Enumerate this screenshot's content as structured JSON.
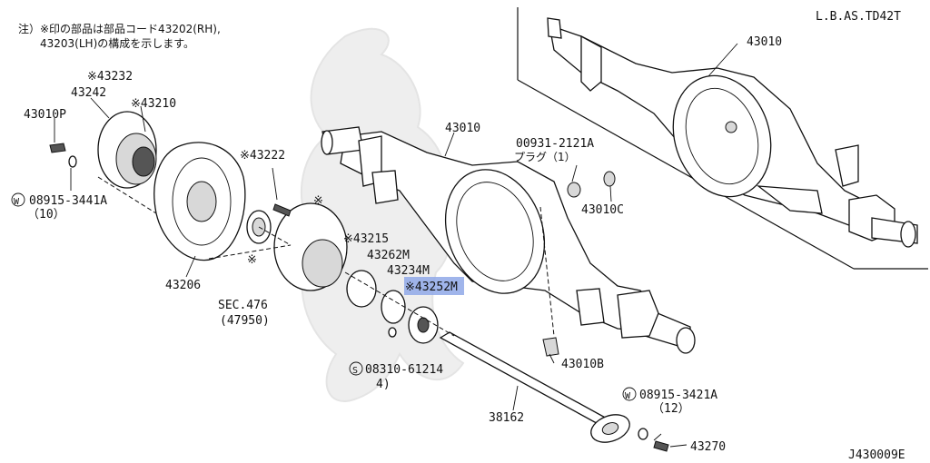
{
  "header": {
    "note_line1": "注）※印の部品は部品コード43202(RH),",
    "note_line2": "43203(LH)の構成を示します。",
    "model_code": "L.B.AS.TD42T"
  },
  "footer": {
    "diagram_id": "J430009E"
  },
  "callouts": {
    "p43010_upper": "43010",
    "p43010_main": "43010",
    "p43232": "※43232",
    "p43242": "43242",
    "p43210": "※43210",
    "p43010P": "43010P",
    "p08915_3441A": "08915-3441A",
    "p08915_3441A_qty": "（10）",
    "p43222": "※43222",
    "p43206": "43206",
    "star_hub": "※",
    "star_seal": "※",
    "p43215": "※43215",
    "p43262M": "43262M",
    "p43234M": "43234M",
    "p43252M": "※43252M",
    "sec476": "SEC.476",
    "sec476_ref": "(47950)",
    "p08310_61214": "08310-61214",
    "p08310_61214_qty": "4)",
    "p00931_2121A": "00931-2121A",
    "plug_label": "プラグ（1）",
    "p43010C": "43010C",
    "p43010B": "43010B",
    "p38162": "38162",
    "p08915_3421A": "08915-3421A",
    "p08915_3421A_qty": "（12）",
    "p43270": "43270",
    "w_symbol": "W",
    "s_symbol": "S"
  },
  "highlight": {
    "part": "43252M",
    "color": "#8fa8e8"
  }
}
